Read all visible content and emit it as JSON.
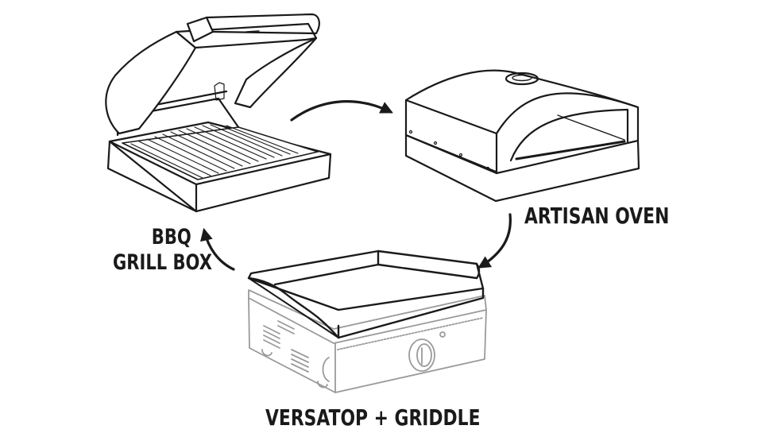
{
  "diagram": {
    "type": "conversion-cycle",
    "stroke_color": "#1a1a1a",
    "light_stroke_color": "#9a9a9a",
    "background": "#ffffff",
    "nodes": [
      {
        "id": "bbq",
        "label_line1": "BBQ",
        "label_line2": "GRILL BOX",
        "illustration": "bbq-grill-box-icon"
      },
      {
        "id": "oven",
        "label": "ARTISAN OVEN",
        "illustration": "artisan-oven-icon"
      },
      {
        "id": "griddle",
        "label": "VERSATOP + GRIDDLE",
        "illustration": "versatop-griddle-icon"
      }
    ],
    "arrows": [
      {
        "from": "bbq",
        "to": "oven",
        "direction": "clockwise"
      },
      {
        "from": "oven",
        "to": "griddle",
        "direction": "clockwise"
      },
      {
        "from": "griddle",
        "to": "bbq",
        "direction": "clockwise"
      }
    ]
  }
}
